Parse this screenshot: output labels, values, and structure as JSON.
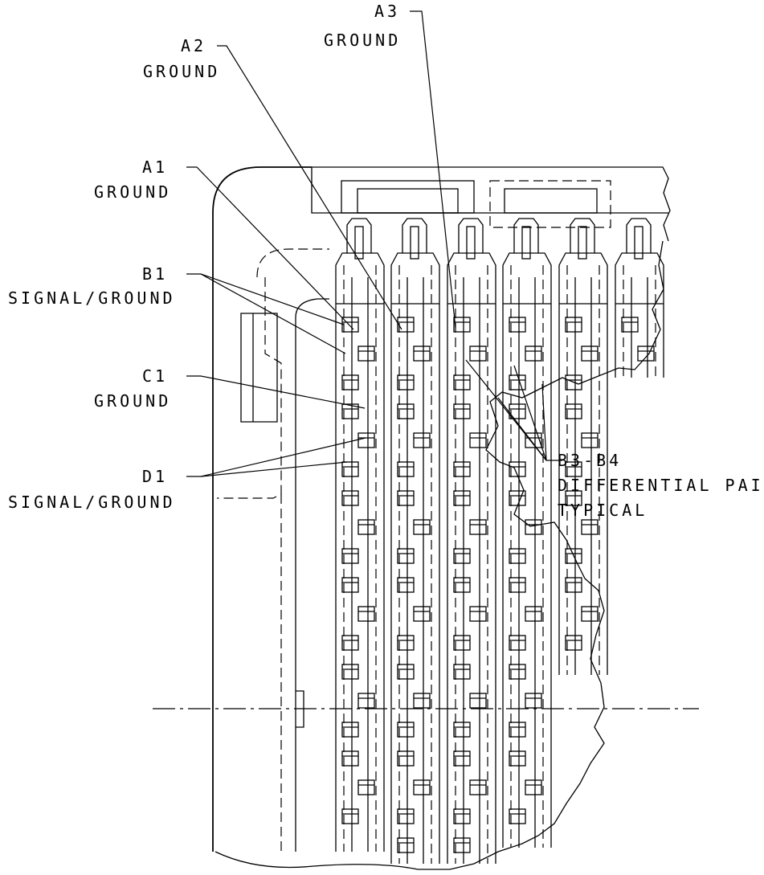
{
  "callouts": {
    "a3": {
      "id": "A3",
      "desc": "GROUND"
    },
    "a2": {
      "id": "A2",
      "desc": "GROUND"
    },
    "a1": {
      "id": "A1",
      "desc": "GROUND"
    },
    "b1": {
      "id": "B1",
      "desc": "SIGNAL/GROUND"
    },
    "c1": {
      "id": "C1",
      "desc": "GROUND"
    },
    "d1": {
      "id": "D1",
      "desc": "SIGNAL/GROUND"
    },
    "b3b4": {
      "id": "B3-B4",
      "desc1": "DIFFERENTIAL PAIR",
      "desc2": "TYPICAL"
    }
  }
}
